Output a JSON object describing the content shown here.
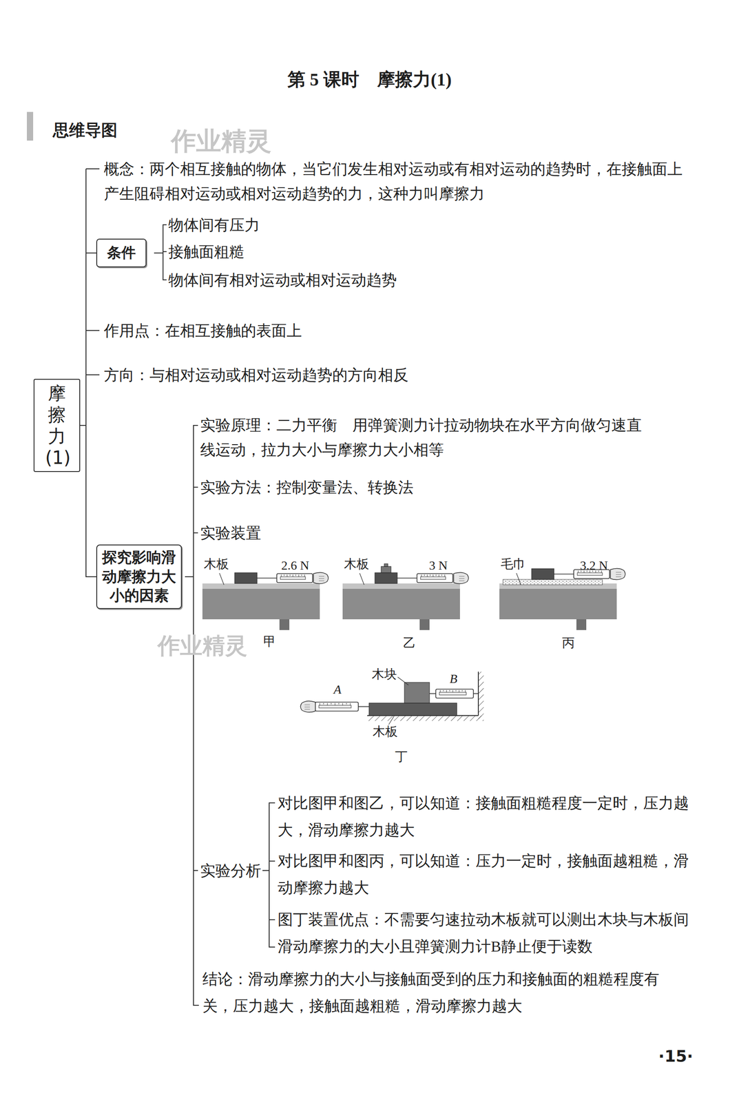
{
  "diagram": {
    "title": "第 5 课时　摩擦力(1)",
    "nodes": [
      {
        "text": [
          "摩擦力(1)"
        ]
      },
      {
        "text": [
          "条件"
        ]
      },
      {
        "text": [
          "探究影响滑动摩擦力大小的因素"
        ]
      }
    ],
    "edges": [
      {
        "from": 0,
        "to": 1,
        "arrow": "none"
      },
      {
        "from": 0,
        "to": 2,
        "arrow": "none"
      }
    ],
    "labels": [
      "思维导图",
      "作业精灵",
      "概念：两个相互接触的物体，当它们发生相对运动或有相对运动的趋势时，在接触面上产生阻碍相对运动或相对运动趋势的力，这种力叫摩擦力",
      "物体间有压力",
      "接触面粗糙",
      "物体间有相对运动或相对运动趋势",
      "作用点：在相互接触的表面上",
      "方向：与相对运动或相对运动趋势的方向相反",
      "实验原理：二力平衡　用弹簧测力计拉动物块在水平方向做匀速直线运动，拉力大小与摩擦力大小相等",
      "实验方法：控制变量法、转换法",
      "实验装置",
      "木板",
      "2.6 N",
      "木板",
      "3 N",
      "毛巾",
      "3.2 N",
      "甲",
      "作业精灵",
      "乙",
      "丙",
      "木块",
      "A",
      "B",
      "木板",
      "丁",
      "实验分析",
      "对比图甲和图乙，可以知道：接触面粗糙程度一定时，压力越大，滑动摩擦力越大",
      "对比图甲和图丙，可以知道：压力一定时，接触面越粗糙，滑动摩擦力越大",
      "图丁装置优点：不需要匀速拉动木板就可以测出木块与木板间滑动摩擦力的大小且弹簧测力计B静止便于读数",
      "结论：滑动摩擦力的大小与接触面受到的压力和接触面的粗糙程度有关，压力越大，接触面越粗糙，滑动摩擦力越大",
      "·15·"
    ]
  }
}
